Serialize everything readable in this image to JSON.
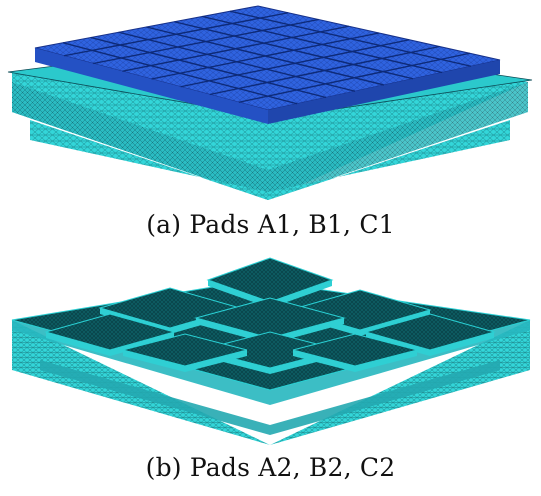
{
  "figure": {
    "subfigures": [
      {
        "label": "(a) Pads A1, B1, C1",
        "image": "mesh-grid-blue-top-cyan-layers",
        "colors": {
          "top_pads": "#2f63e0",
          "top_pads_edge": "#16318a",
          "layers": "#33d6d9",
          "mesh_lines": "#0b4a55"
        }
      },
      {
        "label": "(b) Pads A2, B2, C2",
        "image": "mesh-stepped-pyramid-cyan-layers",
        "colors": {
          "top_pads": "#0d5a60",
          "layers": "#33d6d9",
          "mesh_lines": "#0b3f47"
        }
      }
    ]
  }
}
